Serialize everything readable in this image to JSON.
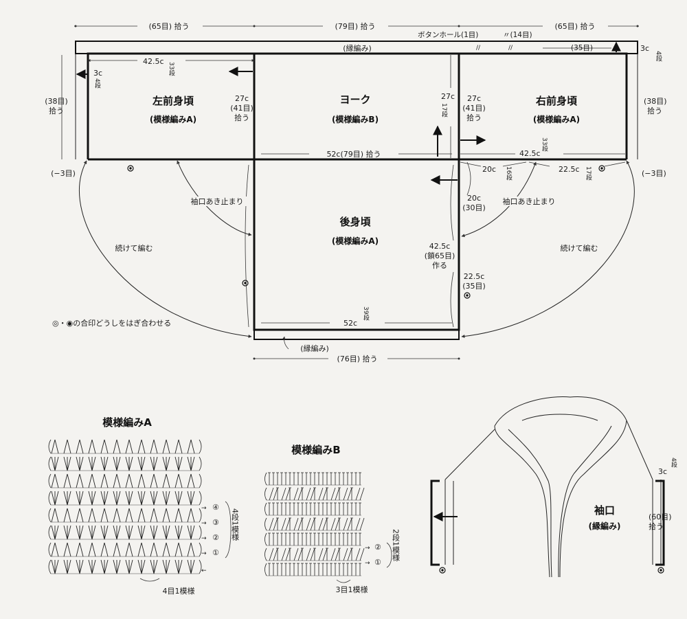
{
  "top_dims": {
    "left": "(65目) 拾う",
    "center": "(79目) 拾う",
    "right": "(65目) 拾う"
  },
  "band": {
    "label": "(縁編み)",
    "buttonhole": "ボタンホール(1目)",
    "buttonhole_count": "〃(14目)",
    "right_count": "(35目)",
    "right_3c": "3c",
    "right_4dan": "4段"
  },
  "left_front": {
    "title": "左前身頃",
    "pattern": "(模様編みA)",
    "w": "42.5c",
    "w_rows": "33段",
    "band_3c": "3c",
    "band_4dan": "4段",
    "h": "27c",
    "h_st": "(41目)",
    "h_pick": "拾う",
    "side_pick_count": "(38目)",
    "side_pick": "拾う",
    "minus": "(−3目)"
  },
  "yoke": {
    "title": "ヨーク",
    "pattern": "(模様編みB)",
    "h": "27c",
    "rows": "17段",
    "bottom": "52c(79目) 拾う"
  },
  "right_front": {
    "title": "右前身頃",
    "pattern": "(模様編みA)",
    "h": "27c",
    "h_st": "(41目)",
    "h_pick": "拾う",
    "w": "42.5c",
    "w_rows": "33段",
    "side_pick_count": "(38目)",
    "side_pick": "拾う",
    "minus": "(−3目)",
    "seg1": "20c",
    "seg1_rows": "16段",
    "seg2": "22.5c",
    "seg2_rows": "17段"
  },
  "back": {
    "title": "後身頃",
    "pattern": "(模様編みA)",
    "r1": "20c",
    "r1_st": "(30目)",
    "r2": "42.5c",
    "r2_chain": "(鎖65目)",
    "r2_make": "作る",
    "r3": "22.5c",
    "r3_st": "(35目)",
    "bottom": "52c",
    "bottom_rows": "39段",
    "band": "(縁編み)",
    "band_pick": "(76目) 拾う"
  },
  "notes": {
    "sleeve_stop_l": "袖口あき止まり",
    "sleeve_stop_r": "袖口あき止まり",
    "continue_l": "続けて編む",
    "continue_r": "続けて編む",
    "match": "◎・◉の合印どうしをはぎ合わせる"
  },
  "patternA": {
    "title": "模様編みA",
    "rows": [
      "④",
      "③",
      "②",
      "①"
    ],
    "repeat_rows": "4段1模様",
    "repeat_st": "4目1模様"
  },
  "patternB": {
    "title": "模様編みB",
    "rows": [
      "②",
      "①"
    ],
    "repeat_rows": "2段1模様",
    "repeat_st": "3目1模様"
  },
  "cuff": {
    "title": "袖口",
    "pattern": "(縁編み)",
    "w": "3c",
    "w_rows": "4段",
    "pick": "(60目)",
    "pick_label": "拾う"
  }
}
